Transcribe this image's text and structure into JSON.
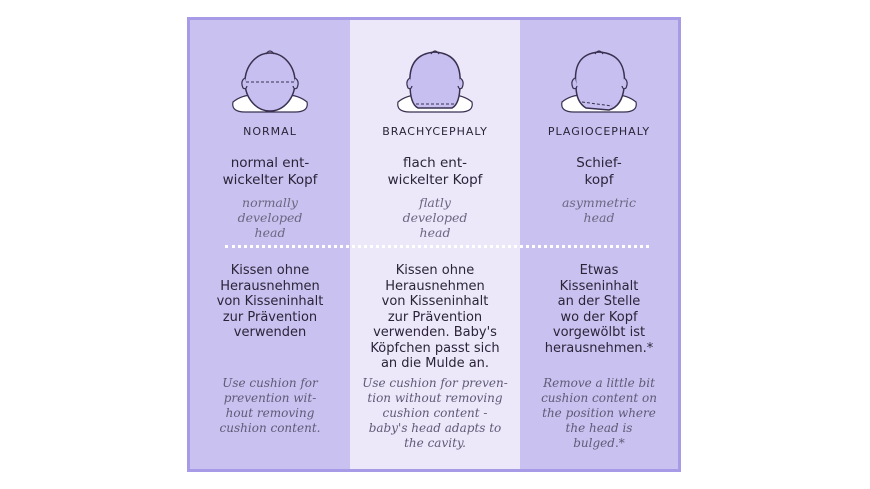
{
  "columns": [
    {
      "label": "NORMAL",
      "title": "normal ent-\nwickelter Kopf",
      "subtitle": "normally\ndeveloped\nhead",
      "description": "Kissen ohne\nHerausnehmen\nvon Kisseninhalt\nzur Prävention\nverwenden",
      "english": "Use cushion for\nprevention wit-\nhout removing\ncushion content."
    },
    {
      "label": "BRACHYCEPHALY",
      "title": "flach ent-\nwickelter Kopf",
      "subtitle": "flatly\ndeveloped\nhead",
      "description": "Kissen ohne\nHerausnehmen\nvon Kisseninhalt\nzur Prävention\nverwenden. Baby's\nKöpfchen passt sich\nan die Mulde an.",
      "english": "Use cushion for preven-\ntion without removing\ncushion content -\nbaby's head adapts to\nthe cavity."
    },
    {
      "label": "PLAGIOCEPHALY",
      "title": "Schief-\nkopf",
      "subtitle": "asymmetric\nhead",
      "description": "Etwas\nKisseninhalt\nan der Stelle\nwo der Kopf\nvorgewölbt ist\nherausnehmen.*",
      "english": "Remove a little bit\ncushion content on\nthe position where\nthe head is\nbulged.*"
    }
  ],
  "colors": {
    "panel_bg": "#c9c2f0",
    "panel_border": "#a79be8",
    "middle_bg": "#ece8fa",
    "head_fill": "#c7bff0",
    "head_stroke": "#3a3050",
    "cushion": "#ffffff"
  }
}
